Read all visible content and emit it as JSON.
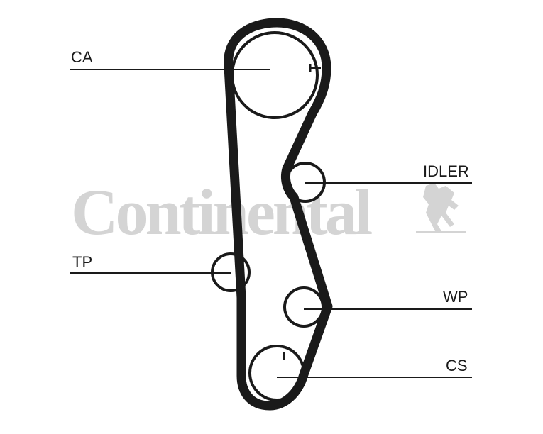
{
  "watermark": {
    "text": "Continental",
    "color": "#d4d4d4"
  },
  "components": [
    {
      "id": "ca",
      "label": "CA"
    },
    {
      "id": "idler",
      "label": "IDLER"
    },
    {
      "id": "tp",
      "label": "TP"
    },
    {
      "id": "wp",
      "label": "WP"
    },
    {
      "id": "cs",
      "label": "CS"
    }
  ],
  "colors": {
    "belt": "#1a1a1a",
    "background": "#ffffff",
    "watermark": "#d4d4d4"
  }
}
